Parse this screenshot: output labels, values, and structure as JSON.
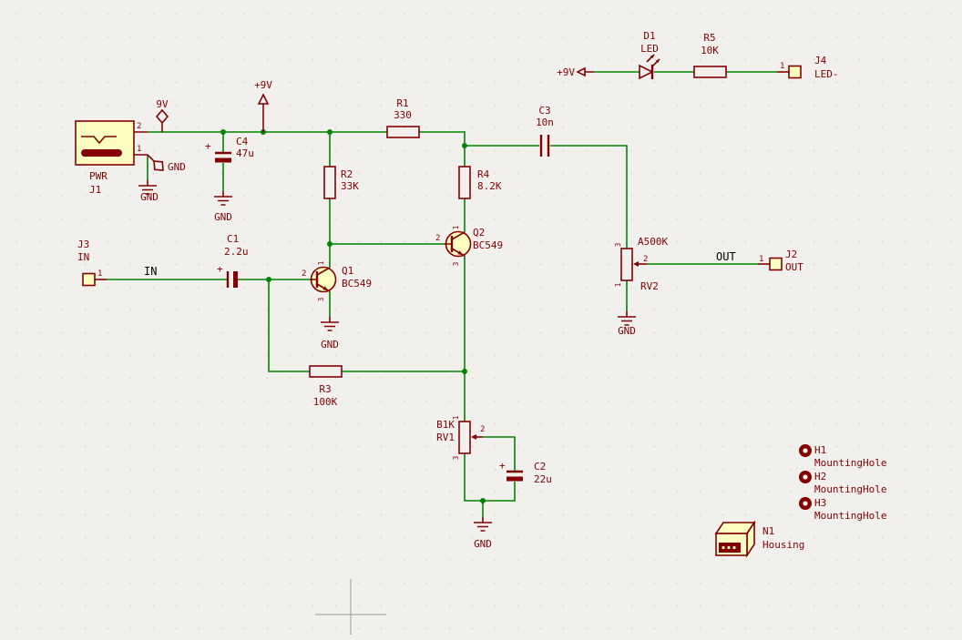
{
  "colors": {
    "background": "#f1f0ed",
    "wire_green": "#008400",
    "symbol_maroon": "#840000",
    "symbol_fill_yellow": "#ffffc2",
    "net_label_black": "#000000"
  },
  "power_labels": {
    "plus9v": "+9V",
    "flag_9v": "9V",
    "gnd": "GND",
    "plus": "+"
  },
  "net_labels": {
    "in": "IN",
    "out": "OUT"
  },
  "components": {
    "J1": {
      "ref": "J1",
      "value": "PWR",
      "pin1": "1",
      "pin2": "2"
    },
    "J2": {
      "ref": "J2",
      "value": "OUT",
      "pin1": "1"
    },
    "J3": {
      "ref": "J3",
      "value": "IN",
      "pin1": "1"
    },
    "J4": {
      "ref": "J4",
      "value": "LED-",
      "pin1": "1"
    },
    "R1": {
      "ref": "R1",
      "value": "330"
    },
    "R2": {
      "ref": "R2",
      "value": "33K"
    },
    "R3": {
      "ref": "R3",
      "value": "100K"
    },
    "R4": {
      "ref": "R4",
      "value": "8.2K"
    },
    "R5": {
      "ref": "R5",
      "value": "10K"
    },
    "C1": {
      "ref": "C1",
      "value": "2.2u"
    },
    "C2": {
      "ref": "C2",
      "value": "22u"
    },
    "C3": {
      "ref": "C3",
      "value": "10n"
    },
    "C4": {
      "ref": "C4",
      "value": "47u"
    },
    "D1": {
      "ref": "D1",
      "value": "LED"
    },
    "Q1": {
      "ref": "Q1",
      "value": "BC549",
      "pin_b": "2",
      "pin_c": "1",
      "pin_e": "3"
    },
    "Q2": {
      "ref": "Q2",
      "value": "BC549",
      "pin_b": "2",
      "pin_c": "1",
      "pin_e": "3"
    },
    "RV1": {
      "ref": "RV1",
      "value": "B1K",
      "pin_w": "2",
      "pin_t": "1",
      "pin_b": "3"
    },
    "RV2": {
      "ref": "RV2",
      "value": "A500K",
      "pin_w": "2",
      "pin_t": "3",
      "pin_b": "1"
    },
    "H1": {
      "ref": "H1",
      "value": "MountingHole"
    },
    "H2": {
      "ref": "H2",
      "value": "MountingHole"
    },
    "H3": {
      "ref": "H3",
      "value": "MountingHole"
    },
    "N1": {
      "ref": "N1",
      "value": "Housing"
    }
  }
}
